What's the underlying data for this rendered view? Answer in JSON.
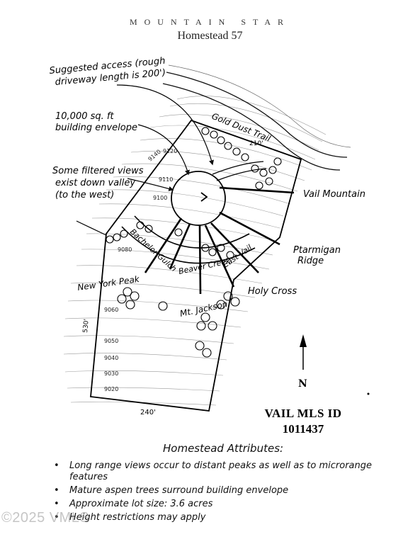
{
  "header": {
    "brand": "MOUNTAIN STAR",
    "title": "Homestead 57"
  },
  "annotations": {
    "access_line1": "Suggested access (rough",
    "access_line2": "driveway length is 200')",
    "envelope_line1": "10,000 sq. ft",
    "envelope_line2": "building envelope",
    "views_line1": "Some filtered views",
    "views_line2": "exist down valley",
    "views_line3": "(to the west)"
  },
  "plan": {
    "road": "Gold Dust Trail",
    "views": {
      "vail_mountain": "Vail Mountain",
      "ptarmigan_line1": "Ptarmigan",
      "ptarmigan_line2": "Ridge",
      "holy_cross": "Holy Cross",
      "mt_jackson": "Mt. Jackson",
      "new_york_peak": "New York Peak",
      "bachelor_gulch": "Bachelor Gulch",
      "beaver_creek": "Beaver Creek",
      "east_vail": "East Vail"
    },
    "contours": [
      "9140",
      "9120",
      "9110",
      "9100",
      "9080",
      "9060",
      "9050",
      "9040",
      "9030",
      "9020"
    ],
    "dimensions": {
      "top": "210'",
      "bottom": "240'",
      "left": "530'"
    },
    "north": "N"
  },
  "mls": {
    "label": "VAIL MLS ID",
    "id": "1011437"
  },
  "attributes": {
    "title": "Homestead Attributes:",
    "items": [
      "Long range views occur to distant peaks as well as to microrange features",
      "Mature aspen trees surround building envelope",
      "Approximate lot size: 3.6 acres",
      "Height restrictions may apply"
    ]
  },
  "watermark": "©2025 VMLS"
}
